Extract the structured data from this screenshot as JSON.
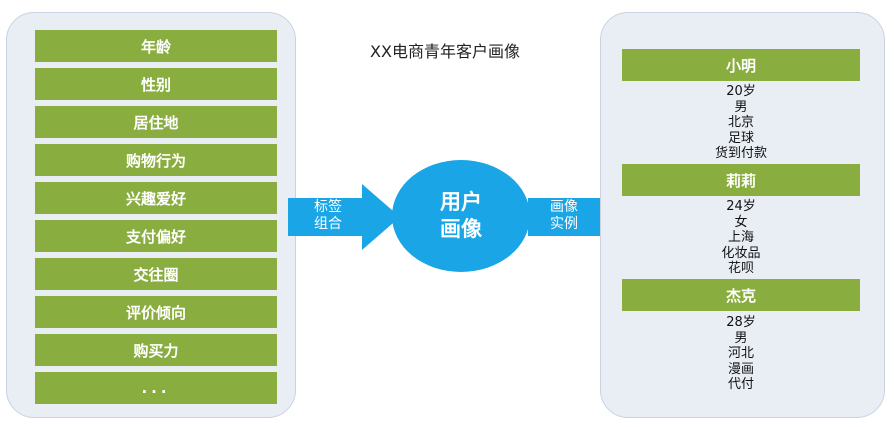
{
  "title": "XX电商青年客户画像",
  "attributes": [
    "年龄",
    "性别",
    "居住地",
    "购物行为",
    "兴趣爱好",
    "支付偏好",
    "交往圈",
    "评价倾向",
    "购买力",
    "..."
  ],
  "left_arrow_label": [
    "标签",
    "组合"
  ],
  "center_label": [
    "用户",
    "画像"
  ],
  "right_arrow_label": [
    "画像",
    "实例"
  ],
  "people": [
    {
      "name": "小明",
      "details": [
        "20岁",
        "男",
        "北京",
        "足球",
        "货到付款"
      ]
    },
    {
      "name": "莉莉",
      "details": [
        "24岁",
        "女",
        "上海",
        "化妆品",
        "花呗"
      ]
    },
    {
      "name": "杰克",
      "details": [
        "28岁",
        "男",
        "河北",
        "漫画",
        "代付"
      ]
    }
  ],
  "colors": {
    "green": "#8aad3f",
    "blue": "#1aa5e6",
    "panel": "#e9eef5"
  }
}
